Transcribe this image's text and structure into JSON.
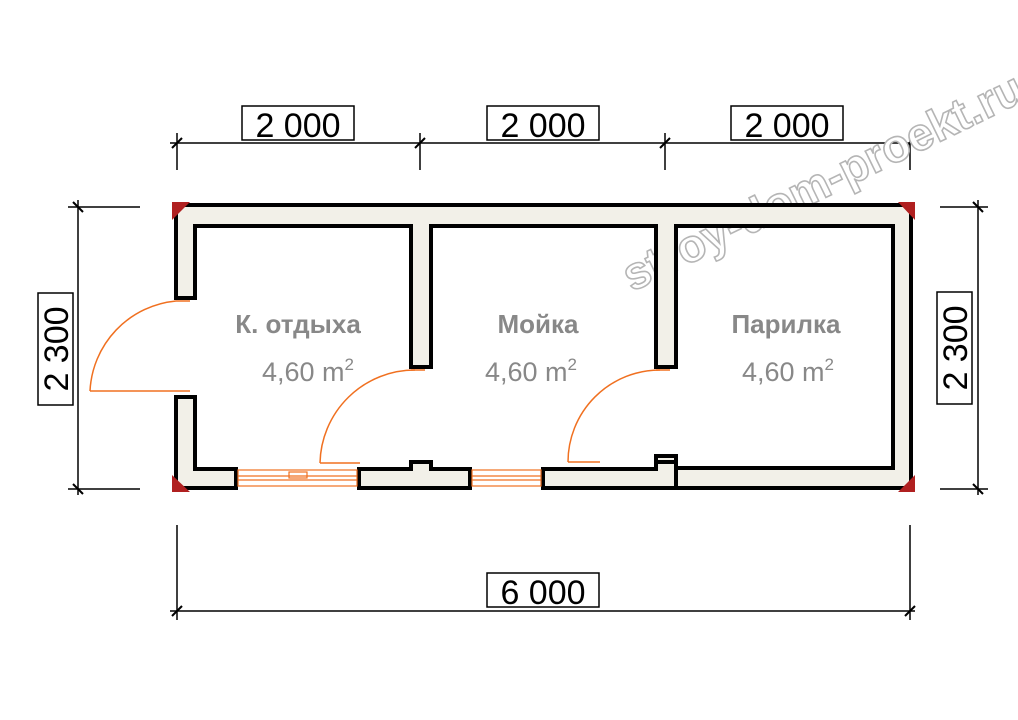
{
  "dimensions": {
    "top_segments": [
      "2 000",
      "2 000",
      "2 000"
    ],
    "bottom_total": "6 000",
    "left_height": "2 300",
    "right_height": "2 300"
  },
  "rooms": [
    {
      "name": "К. отдыха",
      "area": "4,60 m",
      "unit_sup": "2"
    },
    {
      "name": "Мойка",
      "area": "4,60 m",
      "unit_sup": "2"
    },
    {
      "name": "Парилка",
      "area": "4,60 m",
      "unit_sup": "2"
    }
  ],
  "watermark": "stroy-dom-proekt.ru",
  "colors": {
    "wall_fill": "#f2f0e8",
    "wall_stroke": "#000000",
    "door_arc": "#f07020",
    "corner_post": "#b02020",
    "room_text": "#888888"
  }
}
